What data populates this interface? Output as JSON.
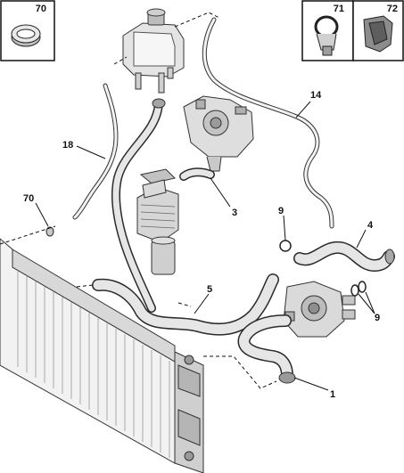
{
  "legend_boxes": [
    {
      "id": "70",
      "label": "70"
    },
    {
      "id": "71",
      "label": "71"
    },
    {
      "id": "72",
      "label": "72"
    }
  ],
  "callouts": {
    "c1": "1",
    "c3": "3",
    "c4": "4",
    "c5": "5",
    "c9a": "9",
    "c9b": "9",
    "c14": "14",
    "c18": "18",
    "c70": "70"
  }
}
